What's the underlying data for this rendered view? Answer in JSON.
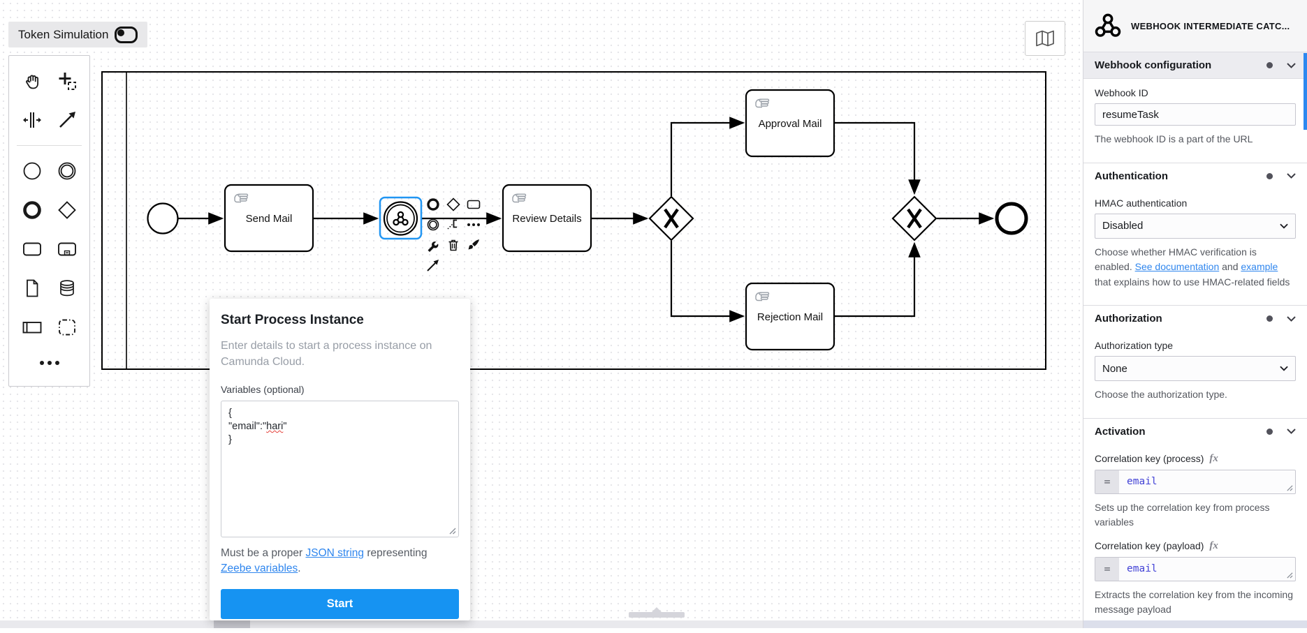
{
  "colors": {
    "selection": "#2196f3",
    "primary_button": "#1693f2",
    "link": "#2f86ee",
    "panel_scrollbar": "#2c88f0"
  },
  "token_simulation": {
    "label": "Token Simulation"
  },
  "palette": {
    "tools": [
      "hand-tool",
      "lasso-tool",
      "space-tool",
      "global-connect-tool",
      "create-start-event",
      "create-intermediate-event",
      "create-end-event",
      "create-gateway",
      "create-task",
      "create-expanded-subprocess",
      "create-data-object",
      "create-data-store",
      "create-participant",
      "create-group",
      "more-entries"
    ]
  },
  "diagram": {
    "tasks": [
      {
        "label": "Send Mail"
      },
      {
        "label": "Review Details"
      },
      {
        "label": "Approval Mail"
      },
      {
        "label": "Rejection Mail"
      }
    ],
    "gateway_marker": "X"
  },
  "modal": {
    "title": "Start Process Instance",
    "description": "Enter details to start a process instance on Camunda Cloud.",
    "variables_label": "Variables (optional)",
    "var_line1": "{",
    "var_line2_prefix": "\"email\":\"",
    "var_line2_word": "hari",
    "var_line2_suffix": "\"",
    "var_line3": "}",
    "help_prefix": "Must be a proper ",
    "link_json": "JSON string",
    "help_mid": " representing ",
    "link_zeebe": "Zeebe variables",
    "help_suffix": ".",
    "start_button": "Start"
  },
  "panel": {
    "title": "WEBHOOK INTERMEDIATE CATC...",
    "webhook": {
      "section_title": "Webhook configuration",
      "id_label": "Webhook ID",
      "id_value": "resumeTask",
      "id_help": "The webhook ID is a part of the URL"
    },
    "authentication": {
      "section_title": "Authentication",
      "hmac_label": "HMAC authentication",
      "hmac_value": "Disabled",
      "help_part1": "Choose whether HMAC verification is enabled. ",
      "link_docs": "See documentation",
      "help_part2": " and ",
      "link_example": "example",
      "help_part3": " that explains how to use HMAC-related fields"
    },
    "authorization": {
      "section_title": "Authorization",
      "type_label": "Authorization type",
      "type_value": "None",
      "help": "Choose the authorization type."
    },
    "activation": {
      "section_title": "Activation",
      "fx": "fx",
      "eq": "=",
      "key_process_label": "Correlation key (process)",
      "key_process_value": "email",
      "key_process_help": "Sets up the correlation key from process variables",
      "key_payload_label": "Correlation key (payload)",
      "key_payload_value": "email",
      "key_payload_help": "Extracts the correlation key from the incoming message payload"
    }
  }
}
